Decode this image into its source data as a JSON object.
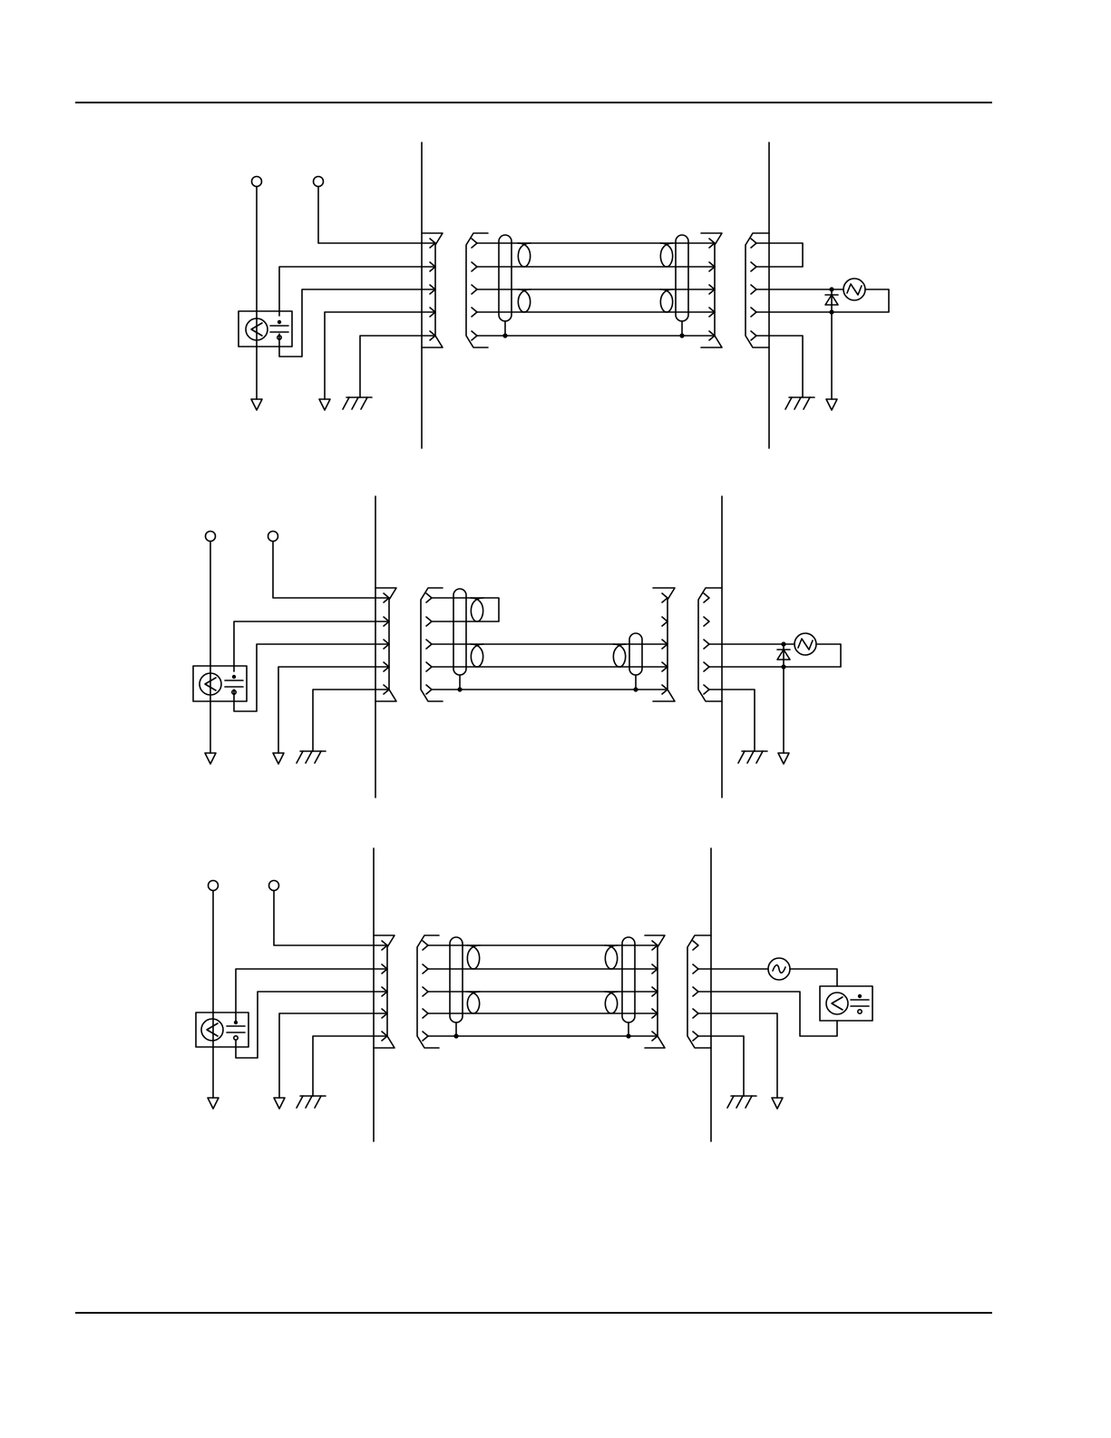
{
  "page": {
    "title": "",
    "footer": ""
  },
  "diagrams": [
    {
      "name": "wiring-diagram-1",
      "variant": "straight-through",
      "left_connector_pins": 5,
      "cable_conductors": 5,
      "twisted_pairs_near_end": 2,
      "twisted_pairs_far_end": 2,
      "shield_drain": true,
      "far_end_load": "diode-and-source",
      "labels": []
    },
    {
      "name": "wiring-diagram-2",
      "variant": "looped-first-pair",
      "left_connector_pins": 5,
      "cable_conductors": 5,
      "twisted_pairs_near_end": 2,
      "twisted_pairs_far_end": 1,
      "shield_drain": true,
      "far_end_load": "diode-and-source",
      "labels": []
    },
    {
      "name": "wiring-diagram-3",
      "variant": "straight-through",
      "left_connector_pins": 5,
      "cable_conductors": 5,
      "twisted_pairs_near_end": 2,
      "twisted_pairs_far_end": 2,
      "shield_drain": true,
      "far_end_load": "source-with-capacitor",
      "labels": []
    }
  ],
  "colors": {
    "line": "#000000",
    "background": "#ffffff"
  }
}
